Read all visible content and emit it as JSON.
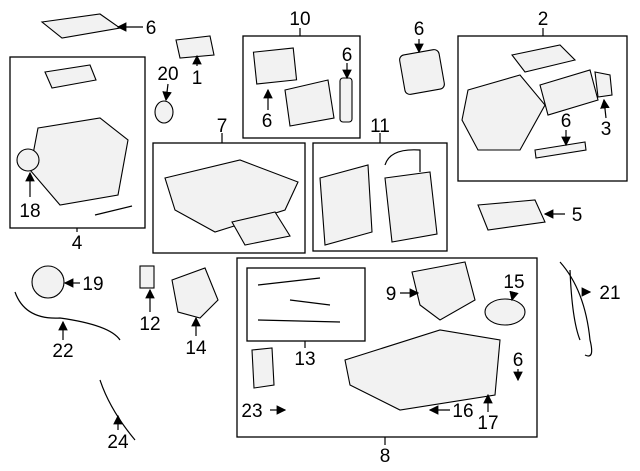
{
  "diagram": {
    "callouts": {
      "c6a": "6",
      "c1": "1",
      "c20": "20",
      "c10": "10",
      "c6b": "6",
      "c6c": "6",
      "c6d": "6",
      "c2": "2",
      "c3": "3",
      "c6e": "6",
      "c4": "4",
      "c18": "18",
      "c7": "7",
      "c11": "11",
      "c5": "5",
      "c19": "19",
      "c22": "22",
      "c12": "12",
      "c14": "14",
      "c9": "9",
      "c15": "15",
      "c13": "13",
      "c6f": "6",
      "c21": "21",
      "c23": "23",
      "c16": "16",
      "c17": "17",
      "c8": "8",
      "c24": "24"
    },
    "colors": {
      "line": "#000000",
      "part_fill": "#f2f2f2"
    }
  }
}
